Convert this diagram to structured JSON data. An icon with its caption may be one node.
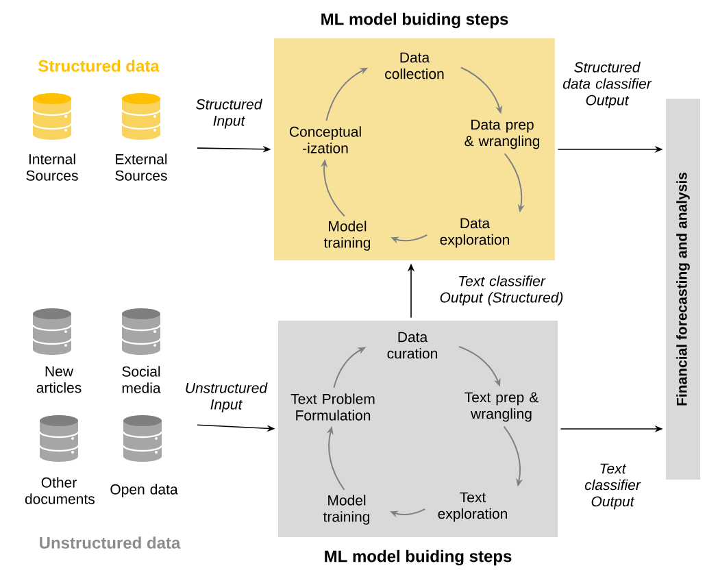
{
  "diagram": {
    "nodes": [
      {
        "text": [
          "Internal Sources"
        ]
      },
      {
        "text": [
          "External Sources"
        ]
      },
      {
        "text": [
          "New articles"
        ]
      },
      {
        "text": [
          "Social media"
        ]
      },
      {
        "text": [
          "Other documents"
        ]
      },
      {
        "text": [
          "Open data"
        ]
      },
      {
        "text": [
          "ML model buiding steps"
        ]
      },
      {
        "text": [
          "Data collection"
        ],
        "in": 6
      },
      {
        "text": [
          "Data prep & wrangling"
        ],
        "in": 6
      },
      {
        "text": [
          "Data exploration"
        ],
        "in": 6
      },
      {
        "text": [
          "Model training"
        ],
        "in": 6
      },
      {
        "text": [
          "Conceptual -ization"
        ],
        "in": 6
      },
      {
        "text": [
          "ML model buiding steps"
        ]
      },
      {
        "text": [
          "Data curation"
        ],
        "in": 12
      },
      {
        "text": [
          "Text prep & wrangling"
        ],
        "in": 12
      },
      {
        "text": [
          "Text exploration"
        ],
        "in": 12
      },
      {
        "text": [
          "Model training"
        ],
        "in": 12
      },
      {
        "text": [
          "Text Problem Formulation"
        ],
        "in": 12
      },
      {
        "text": [
          "Financial forecasting and analysis"
        ]
      }
    ],
    "edges": [
      {
        "from": 11,
        "to": 7,
        "arrow": "to"
      },
      {
        "from": 7,
        "to": 8,
        "arrow": "to"
      },
      {
        "from": 8,
        "to": 9,
        "arrow": "to"
      },
      {
        "from": 9,
        "to": 10,
        "arrow": "to"
      },
      {
        "from": 10,
        "to": 11,
        "arrow": "to"
      },
      {
        "from": 17,
        "to": 13,
        "arrow": "to"
      },
      {
        "from": 13,
        "to": 14,
        "arrow": "to"
      },
      {
        "from": 14,
        "to": 15,
        "arrow": "to"
      },
      {
        "from": 15,
        "to": 16,
        "arrow": "to"
      },
      {
        "from": 16,
        "to": 17,
        "arrow": "to"
      },
      {
        "from": null,
        "to": 6,
        "arrow": "to",
        "label": "Structured Input",
        "color": "#000000"
      },
      {
        "from": null,
        "to": 12,
        "arrow": "to",
        "label": "Unstructured Input",
        "color": "#000000"
      },
      {
        "from": 6,
        "to": 18,
        "arrow": "to",
        "label": "Structured data classifier Output",
        "color": "#000000"
      },
      {
        "from": 12,
        "to": 18,
        "arrow": "to",
        "label": "Text classifier Output",
        "color": "#000000"
      },
      {
        "from": 12,
        "to": 6,
        "arrow": "to",
        "label": "Text classifier Output (Structured)",
        "color": "#000000"
      }
    ],
    "labels": [
      "Structured data",
      "Unstructured data"
    ]
  }
}
